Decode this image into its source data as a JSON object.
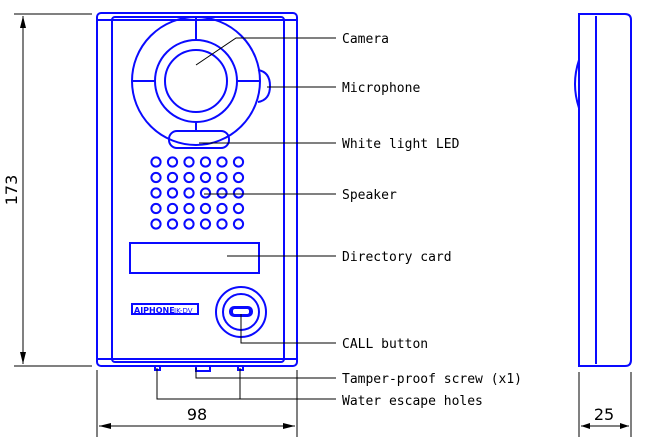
{
  "colors": {
    "device_outline": "#0a0aff",
    "leader_lines": "#000000",
    "background": "#ffffff"
  },
  "callouts": {
    "camera": "Camera",
    "microphone": "Microphone",
    "white_light_led": "White light LED",
    "speaker": "Speaker",
    "directory_card": "Directory card",
    "call_button": "CALL button",
    "tamper_proof_screw": "Tamper-proof screw (x1)",
    "water_escape_holes": "Water escape holes"
  },
  "dimensions": {
    "height": "173",
    "width": "98",
    "depth": "25"
  },
  "nameplate": {
    "brand": "AIPHONE",
    "model": "JK-DV"
  }
}
